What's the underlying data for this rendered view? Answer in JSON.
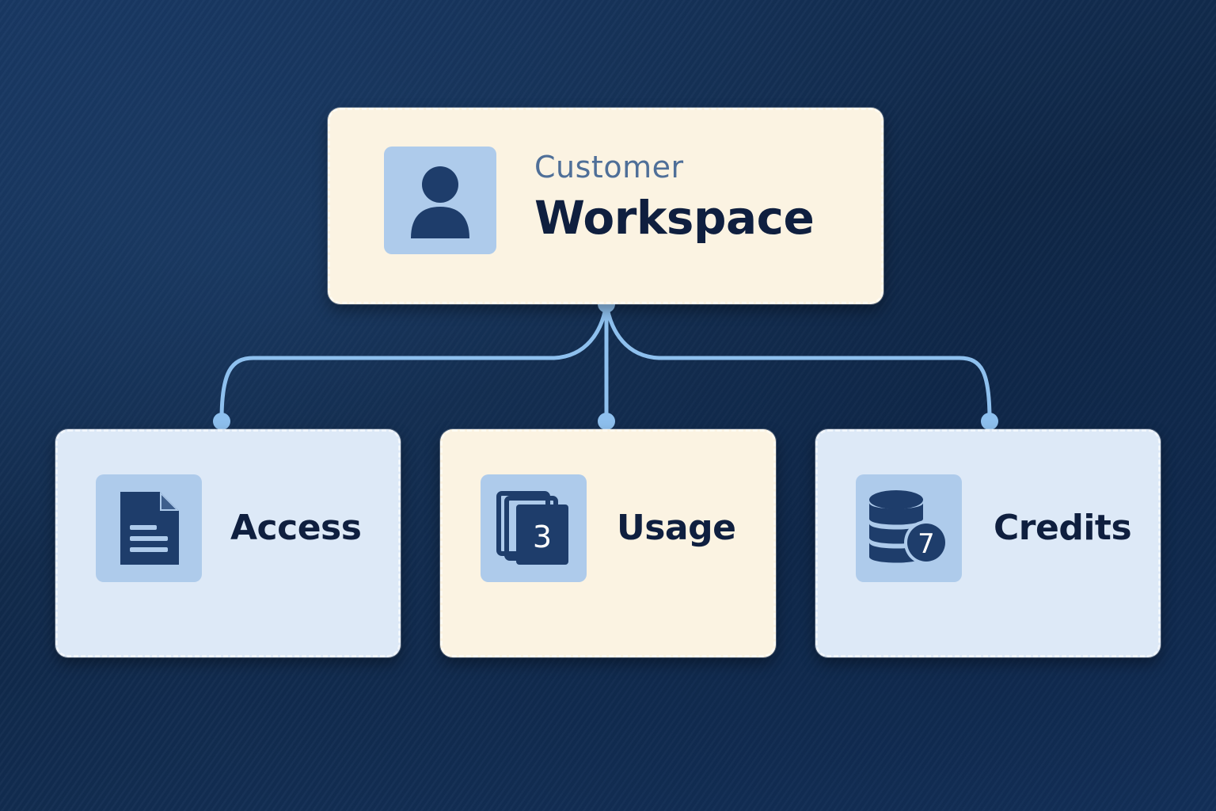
{
  "colors": {
    "background": "#14315a",
    "cream_card": "#fbf3e2",
    "blue_card": "#dde9f7",
    "icon_tile": "#aecbeb",
    "icon_fill": "#1e3d6b",
    "connector": "#8ec0ee",
    "text_dark": "#0f1f3f",
    "text_muted": "#4f6f98"
  },
  "root": {
    "subtitle": "Customer",
    "title": "Workspace",
    "icon": "user-icon"
  },
  "children": [
    {
      "label": "Access",
      "icon": "document-icon"
    },
    {
      "label": "Usage",
      "icon": "stacked-cards-icon",
      "badge": "3"
    },
    {
      "label": "Credits",
      "icon": "database-icon",
      "badge": "7"
    }
  ]
}
